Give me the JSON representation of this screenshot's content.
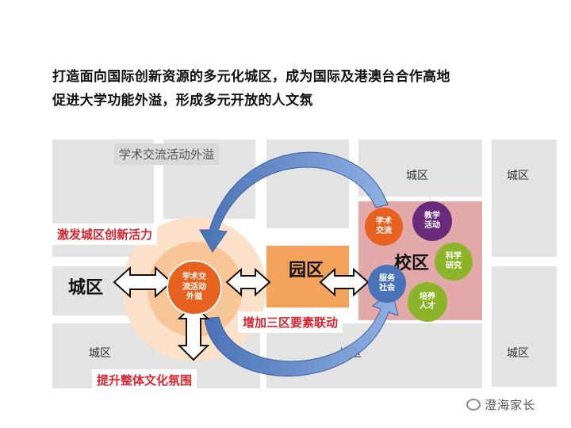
{
  "heading": {
    "line1": "打造面向国际创新资源的多元化城区，成为国际及港澳台合作高地",
    "line2": "促进大学功能外溢，形成多元开放的人文氛"
  },
  "labels": {
    "academic_spillover": "学术交流活动外溢",
    "stimulate": "激发城区创新活力",
    "linkage": "增加三区要素联动",
    "culture": "提升整体文化氛围"
  },
  "blocks": {
    "city_right_top": "城区",
    "city_far_right_top": "城区",
    "city_bottom_left": "城区",
    "city_bottom_middle": "城区",
    "city_far_right_bottom": "城区"
  },
  "zones": {
    "city": "城区",
    "park": "园区",
    "campus": "校区"
  },
  "circles": {
    "core": "学术交\n流活动\n外溢",
    "exchange": "学术\n交流",
    "teaching": "教学\n活动",
    "research": "科学\n研究",
    "cultivation": "培养\n人才",
    "service": "服务\n社会"
  },
  "colors": {
    "orange": "#e8621f",
    "purple": "#6a2c7a",
    "green": "#8bb42b",
    "blue": "#4a73b7",
    "peach": "#f7c596",
    "campus_pink": "#e3a9a9",
    "red_text": "#d9232d"
  },
  "brand": {
    "text": "澄海家长"
  }
}
